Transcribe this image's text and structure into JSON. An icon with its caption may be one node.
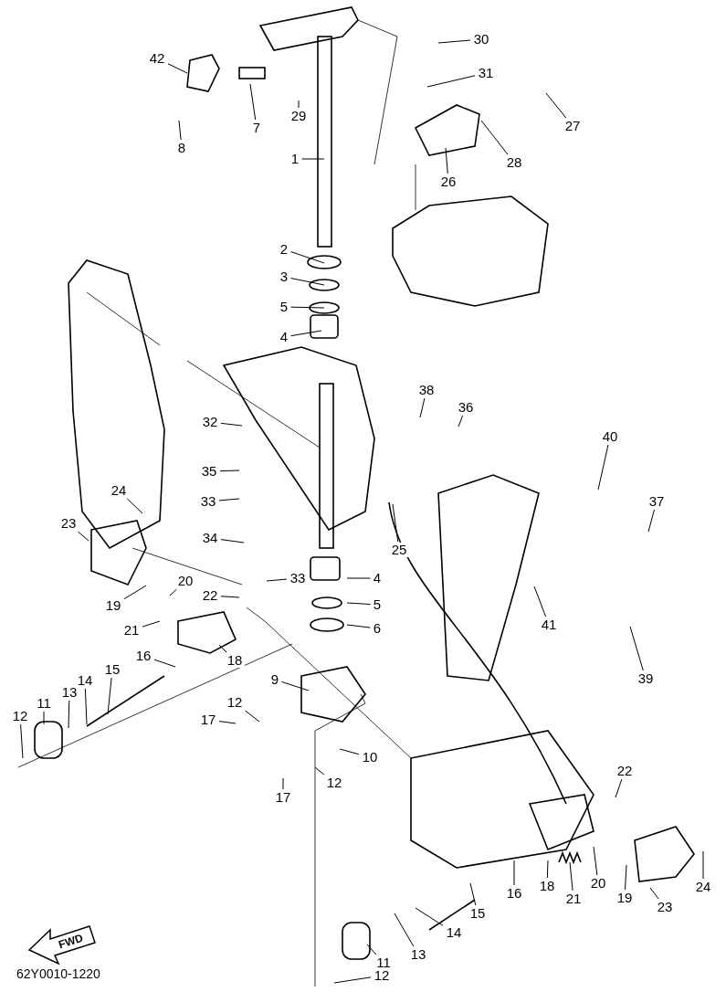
{
  "diagram": {
    "nodes": [
      {
        "text": [
          "30"
        ]
      },
      {
        "text": [
          "42"
        ]
      },
      {
        "text": [
          "31"
        ]
      },
      {
        "text": [
          "27"
        ]
      },
      {
        "text": [
          "7"
        ]
      },
      {
        "text": [
          "29"
        ]
      },
      {
        "text": [
          "8"
        ]
      },
      {
        "text": [
          "28"
        ]
      },
      {
        "text": [
          "26"
        ]
      },
      {
        "text": [
          "1"
        ]
      },
      {
        "text": [
          "2"
        ]
      },
      {
        "text": [
          "3"
        ]
      },
      {
        "text": [
          "5"
        ]
      },
      {
        "text": [
          "4"
        ]
      },
      {
        "text": [
          "38"
        ]
      },
      {
        "text": [
          "36"
        ]
      },
      {
        "text": [
          "32"
        ]
      },
      {
        "text": [
          "40"
        ]
      },
      {
        "text": [
          "35"
        ]
      },
      {
        "text": [
          "24"
        ]
      },
      {
        "text": [
          "33"
        ]
      },
      {
        "text": [
          "37"
        ]
      },
      {
        "text": [
          "23"
        ]
      },
      {
        "text": [
          "34"
        ]
      },
      {
        "text": [
          "25"
        ]
      },
      {
        "text": [
          "4"
        ]
      },
      {
        "text": [
          "33"
        ]
      },
      {
        "text": [
          "20"
        ]
      },
      {
        "text": [
          "19"
        ]
      },
      {
        "text": [
          "22"
        ]
      },
      {
        "text": [
          "5"
        ]
      },
      {
        "text": [
          "21"
        ]
      },
      {
        "text": [
          "6"
        ]
      },
      {
        "text": [
          "41"
        ]
      },
      {
        "text": [
          "18"
        ]
      },
      {
        "text": [
          "16"
        ]
      },
      {
        "text": [
          "15"
        ]
      },
      {
        "text": [
          "39"
        ]
      },
      {
        "text": [
          "9"
        ]
      },
      {
        "text": [
          "14"
        ]
      },
      {
        "text": [
          "13"
        ]
      },
      {
        "text": [
          "11"
        ]
      },
      {
        "text": [
          "12"
        ]
      },
      {
        "text": [
          "12"
        ]
      },
      {
        "text": [
          "17"
        ]
      },
      {
        "text": [
          "10"
        ]
      },
      {
        "text": [
          "22"
        ]
      },
      {
        "text": [
          "12"
        ]
      },
      {
        "text": [
          "17"
        ]
      },
      {
        "text": [
          "18"
        ]
      },
      {
        "text": [
          "16"
        ]
      },
      {
        "text": [
          "20"
        ]
      },
      {
        "text": [
          "19"
        ]
      },
      {
        "text": [
          "21"
        ]
      },
      {
        "text": [
          "24"
        ]
      },
      {
        "text": [
          "23"
        ]
      },
      {
        "text": [
          "15"
        ]
      },
      {
        "text": [
          "14"
        ]
      },
      {
        "text": [
          "13"
        ]
      },
      {
        "text": [
          "11"
        ]
      },
      {
        "text": [
          "12"
        ]
      }
    ],
    "edges": [
      {
        "from": 0,
        "to": null,
        "arrow": "none"
      },
      {
        "from": 1,
        "to": null,
        "arrow": "none"
      },
      {
        "from": 2,
        "to": null,
        "arrow": "none"
      },
      {
        "from": 3,
        "to": null,
        "arrow": "none"
      },
      {
        "from": 4,
        "to": null,
        "arrow": "none"
      },
      {
        "from": 5,
        "to": null,
        "arrow": "none"
      },
      {
        "from": 6,
        "to": null,
        "arrow": "none"
      },
      {
        "from": 7,
        "to": null,
        "arrow": "none"
      },
      {
        "from": 8,
        "to": null,
        "arrow": "none"
      },
      {
        "from": 9,
        "to": null,
        "arrow": "none"
      },
      {
        "from": 10,
        "to": null,
        "arrow": "none"
      },
      {
        "from": 11,
        "to": null,
        "arrow": "none"
      },
      {
        "from": 12,
        "to": null,
        "arrow": "none"
      },
      {
        "from": 13,
        "to": null,
        "arrow": "none"
      },
      {
        "from": 14,
        "to": null,
        "arrow": "none"
      },
      {
        "from": 15,
        "to": null,
        "arrow": "none"
      },
      {
        "from": 16,
        "to": null,
        "arrow": "none"
      },
      {
        "from": 17,
        "to": null,
        "arrow": "none"
      },
      {
        "from": 18,
        "to": null,
        "arrow": "none"
      },
      {
        "from": 19,
        "to": null,
        "arrow": "none"
      },
      {
        "from": 20,
        "to": null,
        "arrow": "none"
      },
      {
        "from": 21,
        "to": null,
        "arrow": "none"
      },
      {
        "from": 22,
        "to": null,
        "arrow": "none"
      },
      {
        "from": 23,
        "to": null,
        "arrow": "none"
      },
      {
        "from": 24,
        "to": null,
        "arrow": "none"
      },
      {
        "from": 25,
        "to": null,
        "arrow": "none"
      },
      {
        "from": 26,
        "to": null,
        "arrow": "none"
      },
      {
        "from": 27,
        "to": null,
        "arrow": "none"
      },
      {
        "from": 28,
        "to": null,
        "arrow": "none"
      },
      {
        "from": 29,
        "to": null,
        "arrow": "none"
      },
      {
        "from": 30,
        "to": null,
        "arrow": "none"
      },
      {
        "from": 31,
        "to": null,
        "arrow": "none"
      },
      {
        "from": 32,
        "to": null,
        "arrow": "none"
      },
      {
        "from": 33,
        "to": null,
        "arrow": "none"
      },
      {
        "from": 34,
        "to": null,
        "arrow": "none"
      },
      {
        "from": 35,
        "to": null,
        "arrow": "none"
      },
      {
        "from": 36,
        "to": null,
        "arrow": "none"
      },
      {
        "from": 37,
        "to": null,
        "arrow": "none"
      },
      {
        "from": 38,
        "to": null,
        "arrow": "none"
      },
      {
        "from": 39,
        "to": null,
        "arrow": "none"
      },
      {
        "from": 40,
        "to": null,
        "arrow": "none"
      },
      {
        "from": 41,
        "to": null,
        "arrow": "none"
      },
      {
        "from": 42,
        "to": null,
        "arrow": "none"
      },
      {
        "from": 43,
        "to": null,
        "arrow": "none"
      },
      {
        "from": 44,
        "to": null,
        "arrow": "none"
      },
      {
        "from": 45,
        "to": null,
        "arrow": "none"
      },
      {
        "from": 46,
        "to": null,
        "arrow": "none"
      },
      {
        "from": 47,
        "to": null,
        "arrow": "none"
      },
      {
        "from": 48,
        "to": null,
        "arrow": "none"
      },
      {
        "from": 49,
        "to": null,
        "arrow": "none"
      },
      {
        "from": 50,
        "to": null,
        "arrow": "none"
      },
      {
        "from": 51,
        "to": null,
        "arrow": "none"
      },
      {
        "from": 52,
        "to": null,
        "arrow": "none"
      },
      {
        "from": 53,
        "to": null,
        "arrow": "none"
      },
      {
        "from": 54,
        "to": null,
        "arrow": "none"
      },
      {
        "from": 55,
        "to": null,
        "arrow": "none"
      },
      {
        "from": 56,
        "to": null,
        "arrow": "none"
      },
      {
        "from": 57,
        "to": null,
        "arrow": "none"
      },
      {
        "from": 58,
        "to": null,
        "arrow": "none"
      },
      {
        "from": 59,
        "to": null,
        "arrow": "none"
      },
      {
        "from": 60,
        "to": null,
        "arrow": "none"
      }
    ],
    "labels": [
      "FWD",
      "62Y0010-1220"
    ]
  }
}
